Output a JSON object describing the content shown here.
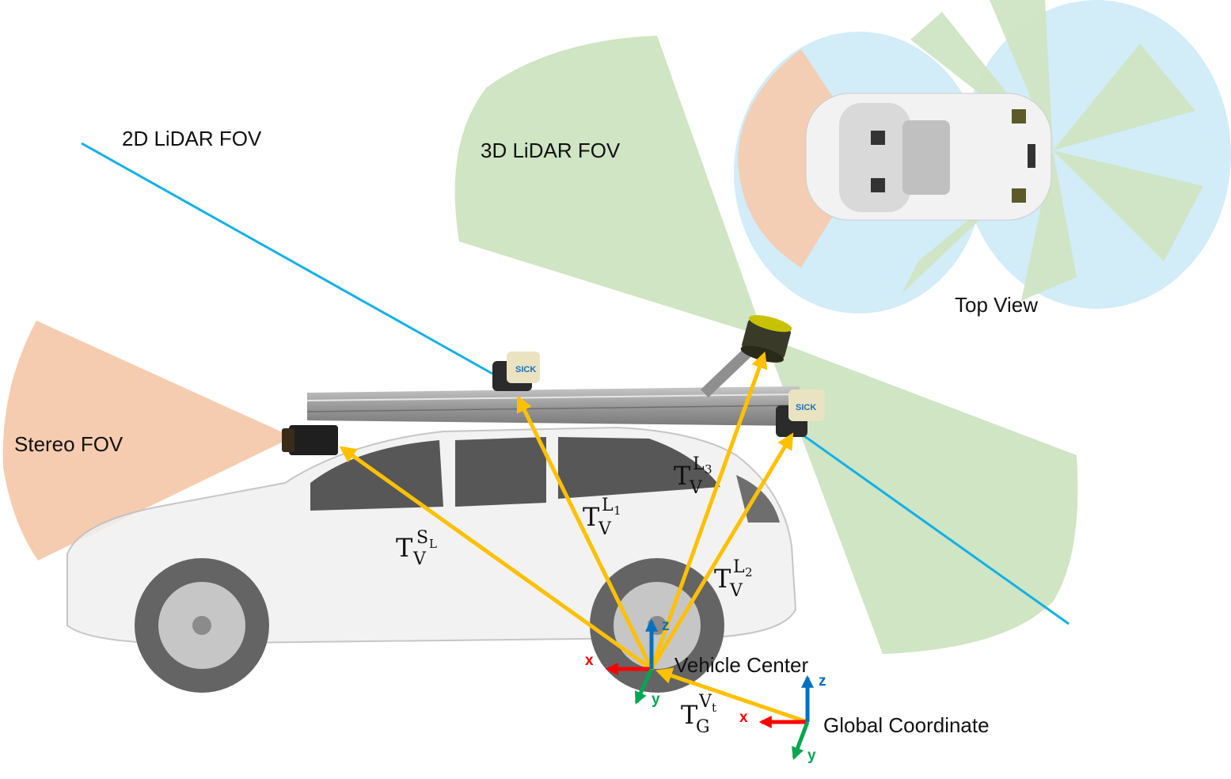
{
  "labels": {
    "lidar2d_fov": "2D LiDAR FOV",
    "lidar3d_fov": "3D LiDAR FOV",
    "stereo_fov": "Stereo FOV",
    "top_view": "Top View",
    "vehicle_center": "Vehicle Center",
    "global_coordinate": "Global Coordinate"
  },
  "transforms": {
    "stereo": {
      "base": "T",
      "sub": "V",
      "sup": "S",
      "sup_sub": "L"
    },
    "lidar1": {
      "base": "T",
      "sub": "V",
      "sup": "L",
      "sup_sub": "1"
    },
    "lidar2": {
      "base": "T",
      "sub": "V",
      "sup": "L",
      "sup_sub": "2"
    },
    "lidar3": {
      "base": "T",
      "sub": "V",
      "sup": "L",
      "sup_sub": "3"
    },
    "global": {
      "base": "T",
      "sub": "G",
      "sup": "V",
      "sup_sub": "t"
    }
  },
  "axes": {
    "vehicle": {
      "x": "x",
      "y": "y",
      "z": "z"
    },
    "global": {
      "x": "x",
      "y": "y",
      "z": "z"
    }
  },
  "sensor_brand": "SICK",
  "colors": {
    "stereo_fov": "#f6ccb0",
    "lidar3d_fov": "#cfe5c3",
    "lidar2d_fov": "#d2ecf8",
    "lidar2d_line": "#12b0e8",
    "transform_arrow": "#ffc000",
    "axis_x": "#ff0000",
    "axis_y": "#00a651",
    "axis_z": "#0070c0"
  }
}
